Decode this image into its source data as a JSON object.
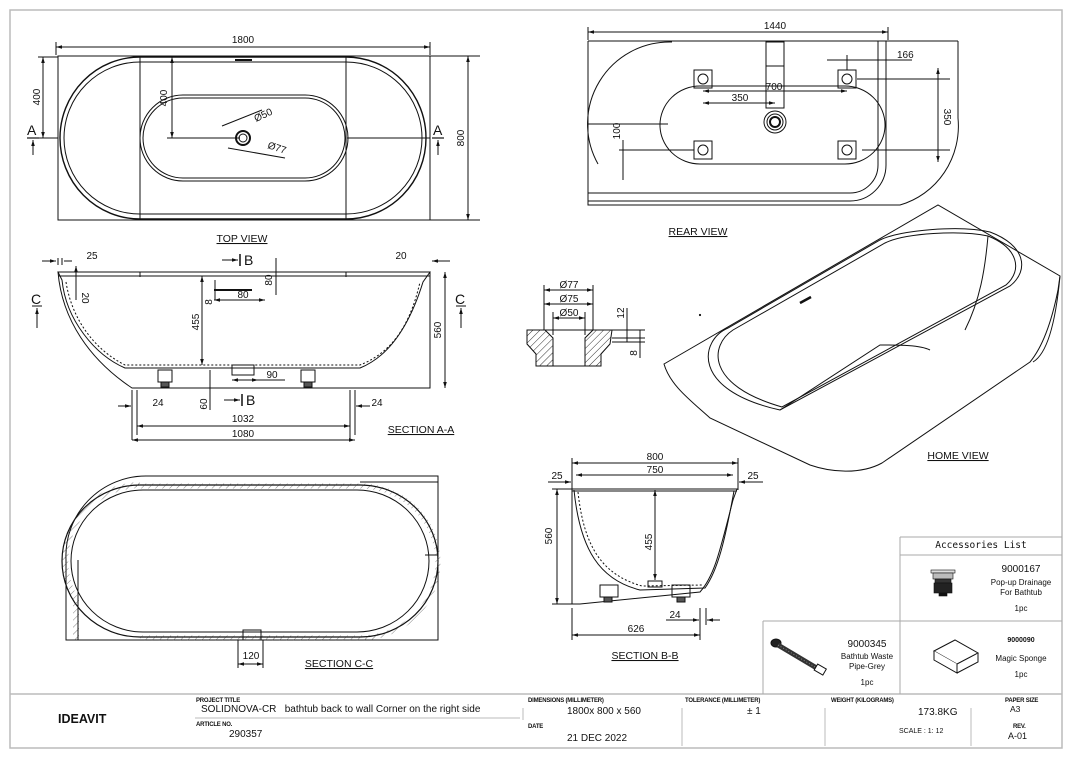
{
  "views": {
    "top_view": {
      "label": "TOP VIEW",
      "dims": {
        "length": "1800",
        "width": "800",
        "half_width": "400",
        "drain_offset": "400",
        "drain_inner": "Ø50",
        "drain_outer": "Ø77"
      },
      "section_marker": "A"
    },
    "rear_view": {
      "label": "REAR VIEW",
      "dims": {
        "length": "1440",
        "leg_spacing": "700",
        "leg_half": "350",
        "edge": "166",
        "leg_depth": "350",
        "base": "100"
      }
    },
    "section_a": {
      "label": "SECTION A-A",
      "dims": {
        "rim_left": "25",
        "rim_right": "20",
        "rim_thick": "20",
        "overflow_h": "80",
        "overflow_w": "80",
        "overflow_t": "8",
        "depth": "455",
        "height": "560",
        "drain_w": "90",
        "drain_h": "60",
        "foot_l": "24",
        "foot_r": "24",
        "inner_base": "1032",
        "outer_base": "1080"
      },
      "section_markers": {
        "b": "B",
        "c": "C"
      }
    },
    "drain_detail": {
      "dims": {
        "d77": "Ø77",
        "d75": "Ø75",
        "d50": "Ø50",
        "h12": "12",
        "h8": "8"
      }
    },
    "home_view": {
      "label": "HOME VIEW"
    },
    "section_b": {
      "label": "SECTION B-B",
      "dims": {
        "width": "800",
        "inner": "750",
        "rim_l": "25",
        "rim_r": "25",
        "height": "560",
        "depth": "455",
        "foot": "24",
        "base": "626"
      }
    },
    "section_c": {
      "label": "SECTION C-C",
      "dims": {
        "drain_width": "120"
      }
    }
  },
  "accessories": {
    "title": "Accessories List",
    "items": [
      {
        "code": "9000167",
        "name_line1": "Pop-up Drainage",
        "name_line2": "For Bathtub",
        "qty": "1pc",
        "icon": "drain-icon"
      },
      {
        "code": "9000345",
        "name_line1": "Bathtub Waste",
        "name_line2": "Pipe-Grey",
        "qty": "1pc",
        "icon": "pipe-icon"
      },
      {
        "code": "9000090",
        "name_line1": "Magic Sponge",
        "name_line2": "",
        "qty": "1pc",
        "icon": "sponge-icon"
      }
    ]
  },
  "title_block": {
    "brand": "IDEAVIT",
    "project_title_label": "PROJECT TITLE",
    "project_title": "SOLIDNOVA-CR   bathtub back to wall Corner on the right side",
    "article_label": "ARTICLE NO.",
    "article": "290357",
    "dimensions_label": "DIMENSIONS (MILLIMETER)",
    "dimensions": "1800x 800 x 560",
    "date_label": "DATE",
    "date": "21 DEC 2022",
    "tolerance_label": "TOLERANCE (MILLIMETER)",
    "tolerance": "± 1",
    "weight_label": "WEIGHT (KILOGRAMS)",
    "weight": "173.8KG",
    "scale": "SCALE : 1: 12",
    "paper_label": "PAPER SIZE",
    "paper": "A3",
    "rev_label": "REV.",
    "rev": "A-01"
  }
}
